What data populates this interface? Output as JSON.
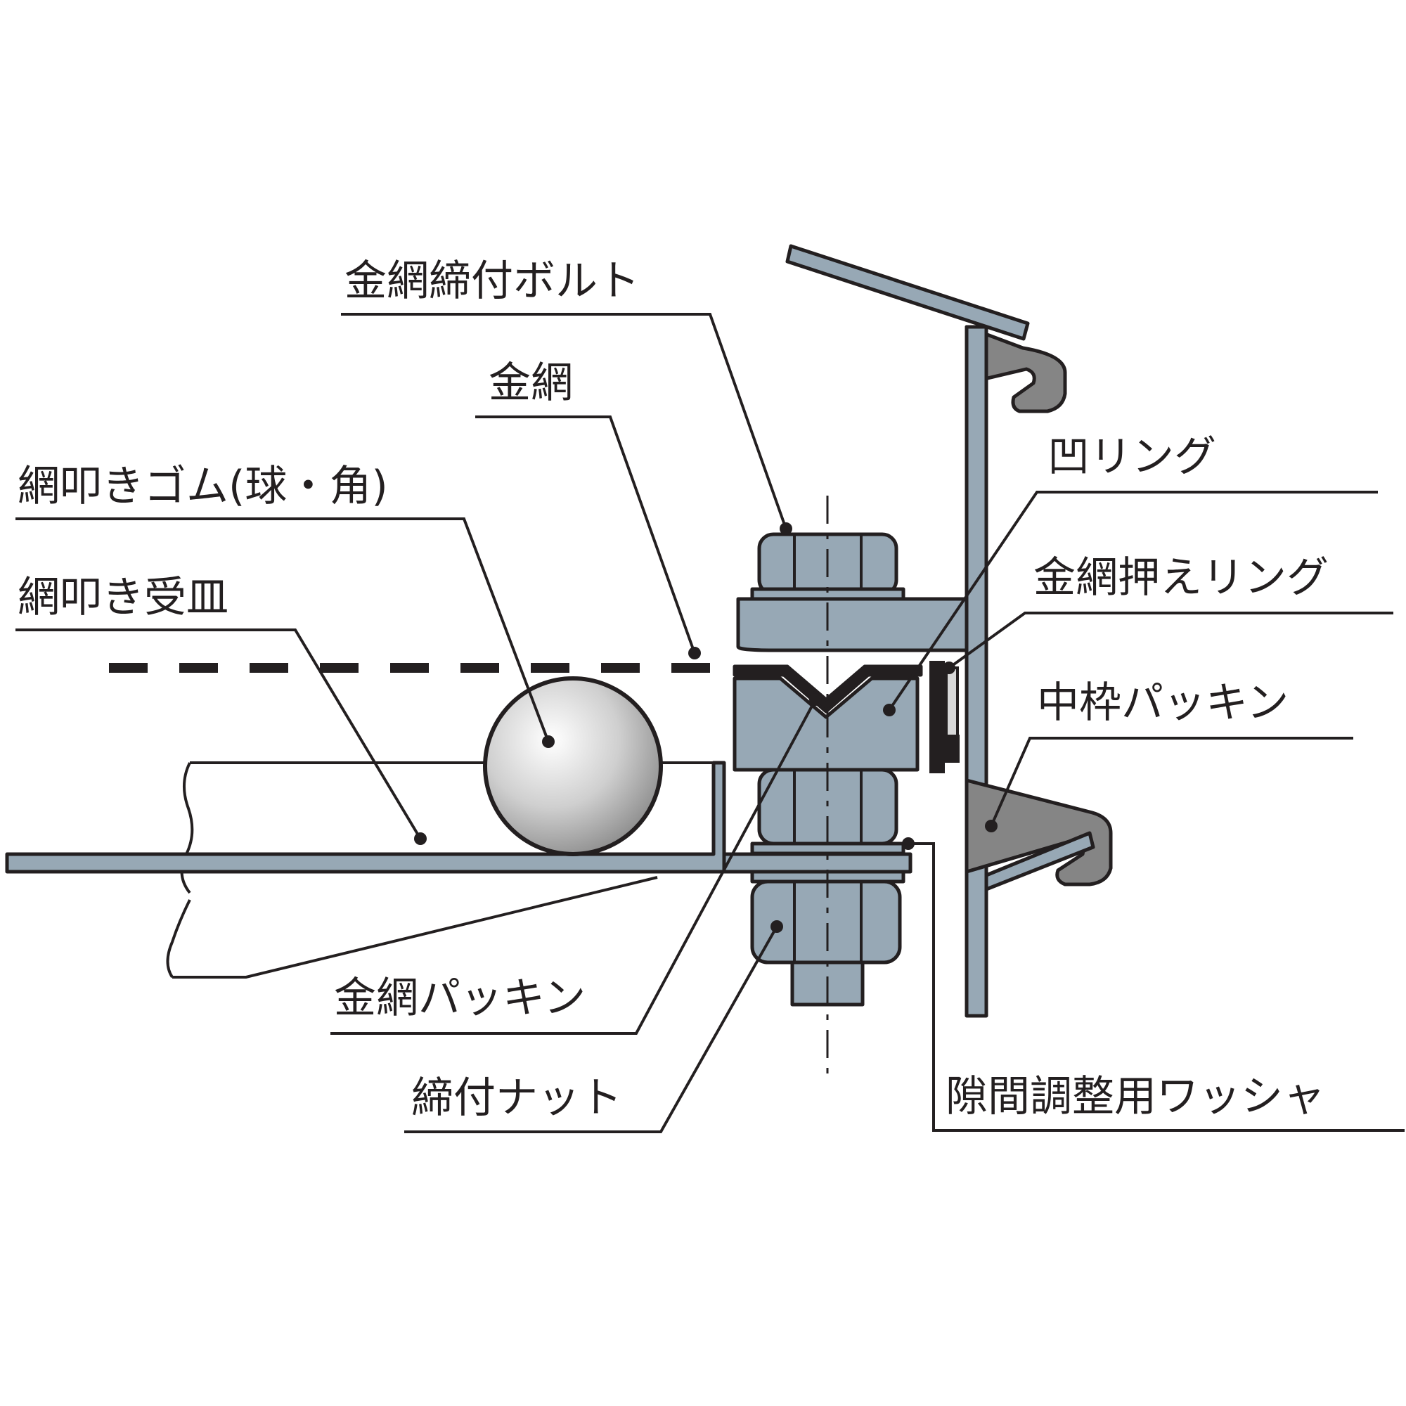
{
  "labels": {
    "bolt": "金網締付ボルト",
    "mesh": "金網",
    "tapping_rubber": "網叩きゴム(球・角)",
    "tapping_tray": "網叩き受皿",
    "concave_ring": "凹リング",
    "mesh_holding_ring": "金網押えリング",
    "frame_packing": "中枠パッキン",
    "mesh_packing": "金網パッキン",
    "nut": "締付ナット",
    "gap_washer": "隙間調整用ワッシャ"
  },
  "colors": {
    "steel": "#97a8b5",
    "dark_packing": "#858585",
    "ink": "#231f20"
  }
}
